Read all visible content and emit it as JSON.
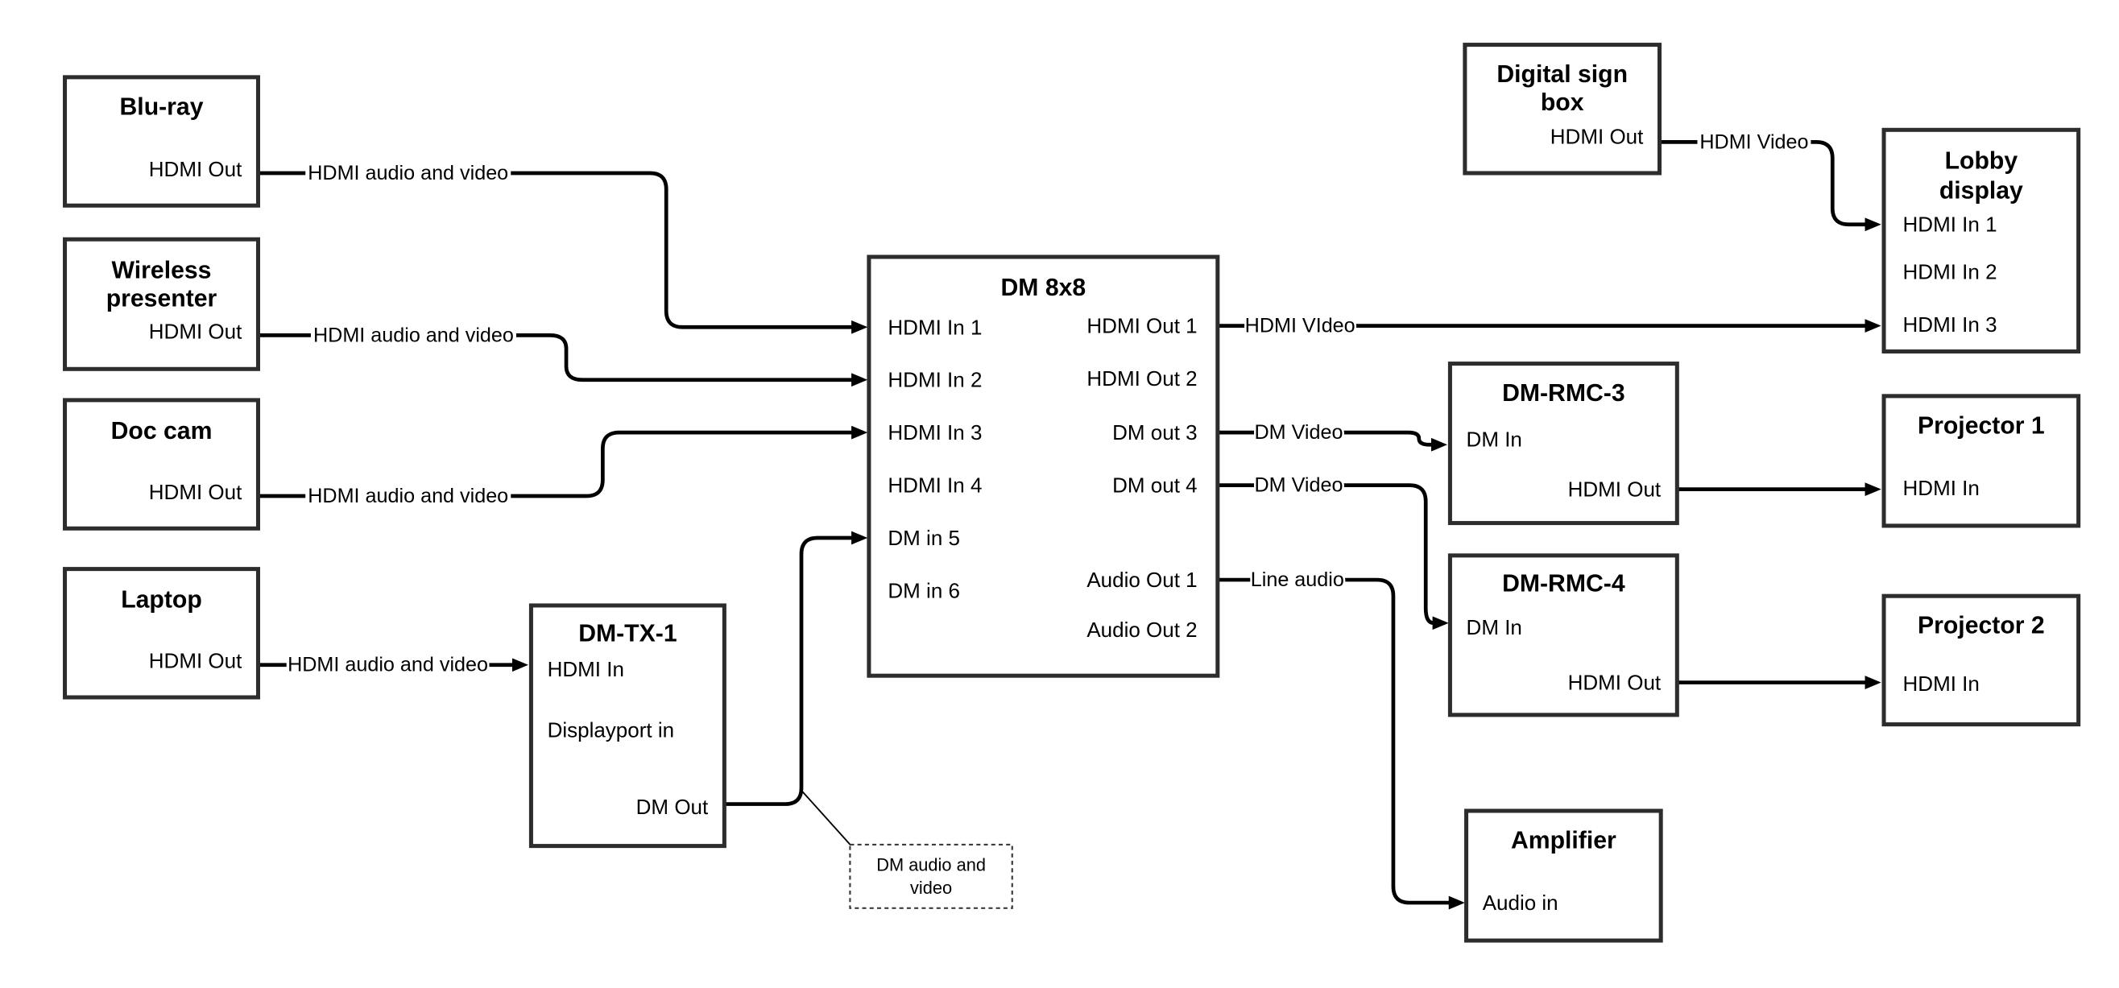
{
  "diagram": {
    "background_color": "#ffffff",
    "line_color": "#000000",
    "box_border_color": "#2d2d2d",
    "nodes": {
      "bluray": {
        "title": "Blu-ray",
        "port_out": "HDMI Out"
      },
      "wireless": {
        "title_line1": "Wireless",
        "title_line2": "presenter",
        "port_out": "HDMI Out"
      },
      "doccam": {
        "title": "Doc cam",
        "port_out": "HDMI Out"
      },
      "laptop": {
        "title": "Laptop",
        "port_out": "HDMI Out"
      },
      "dmtx1": {
        "title": "DM-TX-1",
        "port_hdmi_in": "HDMI In",
        "port_dp_in": "Displayport in",
        "port_dm_out": "DM Out"
      },
      "dm8x8": {
        "title": "DM 8x8",
        "inputs": [
          "HDMI In 1",
          "HDMI In 2",
          "HDMI In 3",
          "HDMI In 4",
          "DM in 5",
          "DM in 6"
        ],
        "outputs": [
          "HDMI Out 1",
          "HDMI Out 2",
          "DM out 3",
          "DM out 4",
          "Audio Out 1",
          "Audio Out 2"
        ]
      },
      "digitalsign": {
        "title_line1": "Digital sign",
        "title_line2": "box",
        "port_out": "HDMI Out"
      },
      "lobby": {
        "title_line1": "Lobby",
        "title_line2": "display",
        "inputs": [
          "HDMI In 1",
          "HDMI In 2",
          "HDMI In 3"
        ]
      },
      "dmrmc3": {
        "title": "DM-RMC-3",
        "port_in": "DM In",
        "port_out": "HDMI Out"
      },
      "proj1": {
        "title": "Projector 1",
        "port_in": "HDMI In"
      },
      "dmrmc4": {
        "title": "DM-RMC-4",
        "port_in": "DM In",
        "port_out": "HDMI Out"
      },
      "proj2": {
        "title": "Projector 2",
        "port_in": "HDMI In"
      },
      "amplifier": {
        "title": "Amplifier",
        "port_in": "Audio in"
      }
    },
    "edge_labels": {
      "bluray_to_dm8x8": "HDMI audio and video",
      "wireless_to_dm8x8": "HDMI audio and video",
      "doccam_to_dm8x8": "HDMI audio and video",
      "laptop_to_dmtx1": "HDMI audio and video",
      "dm8x8_to_lobby": "HDMI VIdeo",
      "dmout3_to_dmrmc3": "DM Video",
      "dmout4_to_dmrmc4": "DM Video",
      "audioout1_to_amplifier": "Line audio",
      "digitalsign_to_lobby": "HDMI Video"
    },
    "callout": {
      "line1": "DM audio and",
      "line2": "video"
    }
  }
}
